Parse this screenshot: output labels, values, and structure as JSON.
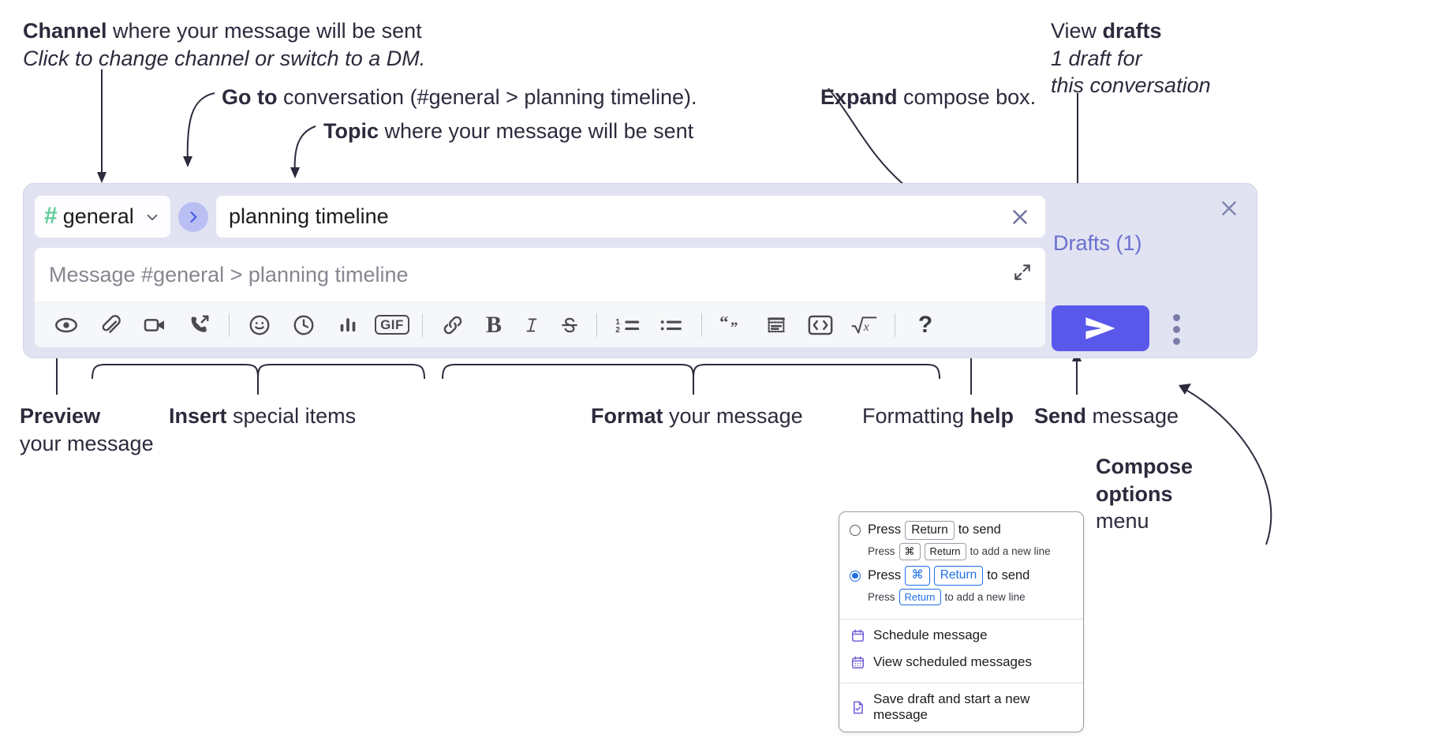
{
  "annotations": {
    "channel": {
      "line1_bold": "Channel",
      "line1_rest": " where your message will be sent",
      "line2_italic": "Click to change channel or switch to a DM."
    },
    "goto": {
      "bold": "Go to",
      "rest": " conversation (#general > planning timeline)."
    },
    "topic": {
      "bold": "Topic",
      "rest": " where your message will be sent"
    },
    "expand": {
      "bold": "Expand",
      "rest": " compose box."
    },
    "drafts": {
      "line1_plain": "View ",
      "line1_bold": "drafts",
      "line2_italic": "1 draft for",
      "line3_italic": "this conversation"
    },
    "preview": {
      "line1_bold": "Preview",
      "line2": "your message"
    },
    "insert": {
      "bold": "Insert",
      "rest": " special items"
    },
    "format": {
      "bold": "Format",
      "rest": " your message"
    },
    "formatting_help": {
      "plain": "Formatting ",
      "bold": "help"
    },
    "send": {
      "bold": "Send",
      "rest": " message"
    },
    "compose_options": {
      "line1_bold": "Compose",
      "line2_bold": "options",
      "line3": "menu"
    }
  },
  "compose": {
    "channel": {
      "hash": "#",
      "name": "general"
    },
    "topic": {
      "value": "planning timeline"
    },
    "message": {
      "placeholder": "Message #general > planning timeline"
    },
    "drafts_label": "Drafts (1)",
    "toolbar": {
      "insert_group": [
        {
          "name": "preview-icon",
          "label": "Preview"
        },
        {
          "name": "attachment-icon",
          "label": "Attach file"
        },
        {
          "name": "video-icon",
          "label": "Record video clip"
        },
        {
          "name": "audio-call-icon",
          "label": "Record audio clip"
        }
      ],
      "special_group": [
        {
          "name": "emoji-icon",
          "label": "Emoji"
        },
        {
          "name": "clock-icon",
          "label": "Reminder"
        },
        {
          "name": "poll-icon",
          "label": "Poll"
        },
        {
          "name": "gif-icon",
          "label": "GIF"
        }
      ],
      "format_group": [
        {
          "name": "link-icon",
          "label": "Link"
        },
        {
          "name": "bold-icon",
          "label": "B"
        },
        {
          "name": "italic-icon",
          "label": "I"
        },
        {
          "name": "strikethrough-icon",
          "label": "S"
        }
      ],
      "list_group": [
        {
          "name": "ordered-list-icon",
          "label": "Ordered list"
        },
        {
          "name": "bulleted-list-icon",
          "label": "Bulleted list"
        }
      ],
      "block_group": [
        {
          "name": "blockquote-icon",
          "label": "Blockquote"
        },
        {
          "name": "code-block-icon",
          "label": "Code block"
        },
        {
          "name": "code-icon",
          "label": "Code"
        },
        {
          "name": "math-icon",
          "label": "Math"
        }
      ],
      "help_label": "?"
    }
  },
  "menu": {
    "options": [
      {
        "selected": false,
        "main_pre": "Press",
        "main_keys": [
          "Return"
        ],
        "main_post": "to send",
        "sub_pre": "Press",
        "sub_keys": [
          "⌘",
          "Return"
        ],
        "sub_post": "to add a new line"
      },
      {
        "selected": true,
        "main_pre": "Press",
        "main_keys": [
          "⌘",
          "Return"
        ],
        "main_post": "to send",
        "sub_pre": "Press",
        "sub_keys": [
          "Return"
        ],
        "sub_post": "to add a new line"
      }
    ],
    "items": [
      {
        "icon": "calendar-schedule-icon",
        "label": "Schedule message"
      },
      {
        "icon": "calendar-view-icon",
        "label": "View scheduled messages"
      },
      {
        "icon": "save-draft-icon",
        "label": "Save draft and start a new message"
      }
    ]
  },
  "colors": {
    "panel_bg": "#e1e3f2",
    "send_button": "#5a58ea",
    "hash_green": "#5fcb96",
    "drafts_purple": "#6a6fd0",
    "goto_circle": "#b9bff3",
    "accent_blue": "#1f6fe5",
    "menu_icon_purple": "#6f5fd6"
  }
}
